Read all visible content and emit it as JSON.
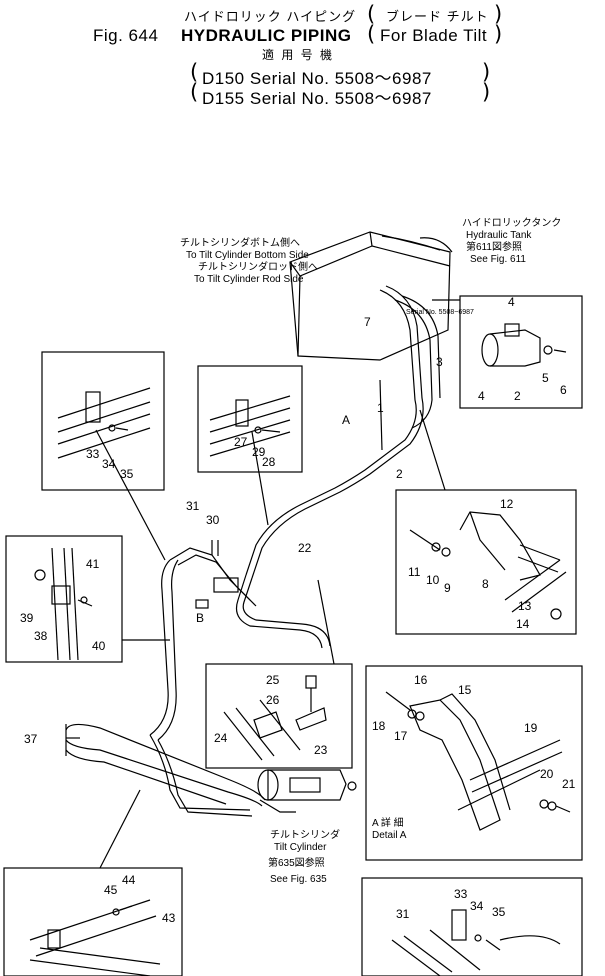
{
  "header": {
    "fig_label": "Fig. 644",
    "title_jp": "ハイドロリック ハイピング",
    "title_en": "HYDRAULIC PIPING",
    "sub_jp": "ブレード チルト",
    "sub_en": "For Blade Tilt",
    "applicable_jp": "適 用 号 機",
    "serial_1": "D150 Serial No. 5508～6987",
    "serial_2": "D155 Serial No. 5508～6987"
  },
  "callouts": {
    "tank_jp": "ハイドロリックタンク",
    "tank_en": "Hydraulic Tank",
    "tank_ref_jp": "第611図参照",
    "tank_ref_en": "See Fig. 611",
    "bottom_jp": "チルトシリンダボトム側へ",
    "bottom_en": "To Tilt Cylinder Bottom Side",
    "rod_jp": "チルトシリンダロッド側へ",
    "rod_en": "To Tilt Cylinder Rod Side",
    "serial_note": "Serial No. 5508~6987",
    "cyl_jp": "チルトシリンダ",
    "cyl_en": "Tilt Cylinder",
    "cyl_ref_jp": "第635図参照",
    "cyl_ref_en": "See Fig. 635",
    "detail_jp": "A 詳 細",
    "detail_en": "Detail A",
    "view_a": "A",
    "view_b": "B"
  },
  "parts": [
    "1",
    "2",
    "3",
    "4",
    "5",
    "6",
    "7",
    "8",
    "9",
    "10",
    "11",
    "12",
    "13",
    "14",
    "15",
    "16",
    "17",
    "18",
    "19",
    "20",
    "21",
    "22",
    "23",
    "24",
    "25",
    "26",
    "27",
    "28",
    "29",
    "30",
    "31",
    "33",
    "34",
    "35",
    "37",
    "38",
    "39",
    "40",
    "41",
    "43",
    "44",
    "45"
  ]
}
